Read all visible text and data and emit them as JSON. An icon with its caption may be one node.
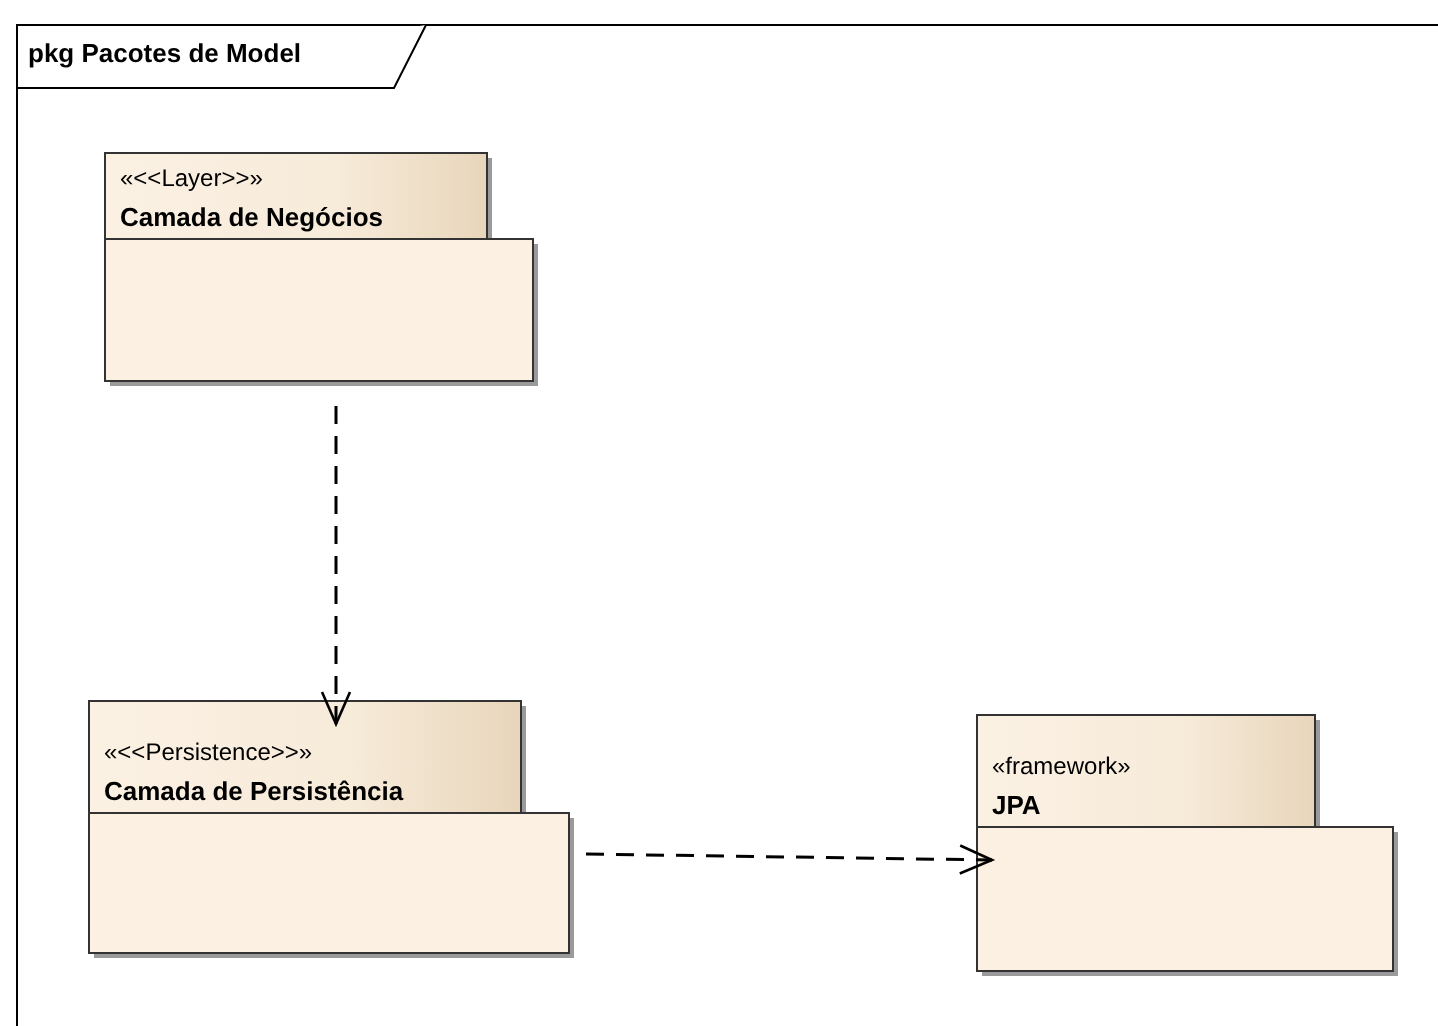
{
  "diagram": {
    "nodes": [
      {
        "text": [
          "pkg Pacotes de Model"
        ]
      },
      {
        "text": [
          "«<<Layer>>»",
          "Camada de Negócios"
        ],
        "in": 0
      },
      {
        "text": [
          "«<<Persistence>>»",
          "Camada de Persistência"
        ],
        "in": 0
      },
      {
        "text": [
          "«framework»",
          "JPA"
        ],
        "in": 0
      }
    ],
    "edges": [
      {
        "from": 1,
        "to": 2,
        "arrow": "to",
        "style": "dashed"
      },
      {
        "from": 2,
        "to": 3,
        "arrow": "to",
        "style": "dashed"
      }
    ]
  }
}
